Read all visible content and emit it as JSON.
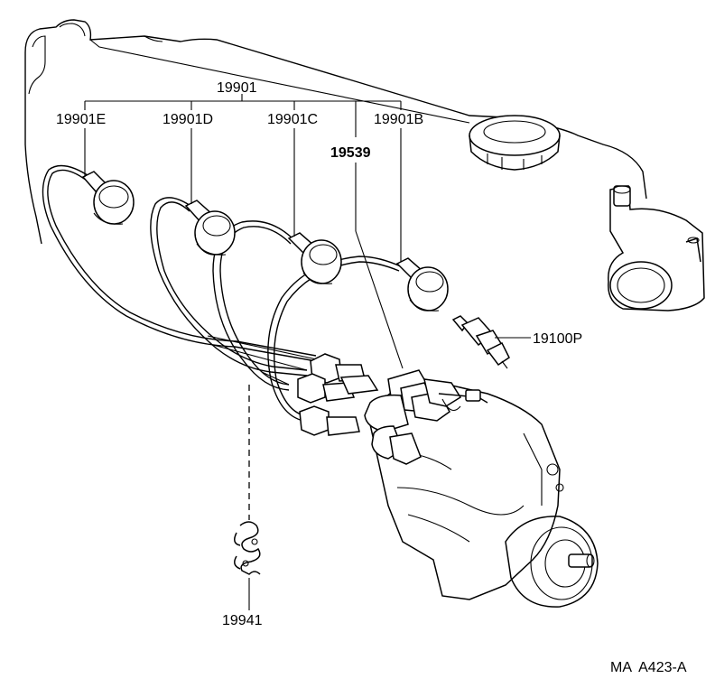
{
  "labels": {
    "wire_set": "19901",
    "wire_e": "19901E",
    "wire_d": "19901D",
    "wire_c": "19901C",
    "wire_b": "19901B",
    "coil_cord": "19539",
    "spark_plug": "19100P",
    "clamp": "19941"
  },
  "diagram_code": "MA  A423-A"
}
